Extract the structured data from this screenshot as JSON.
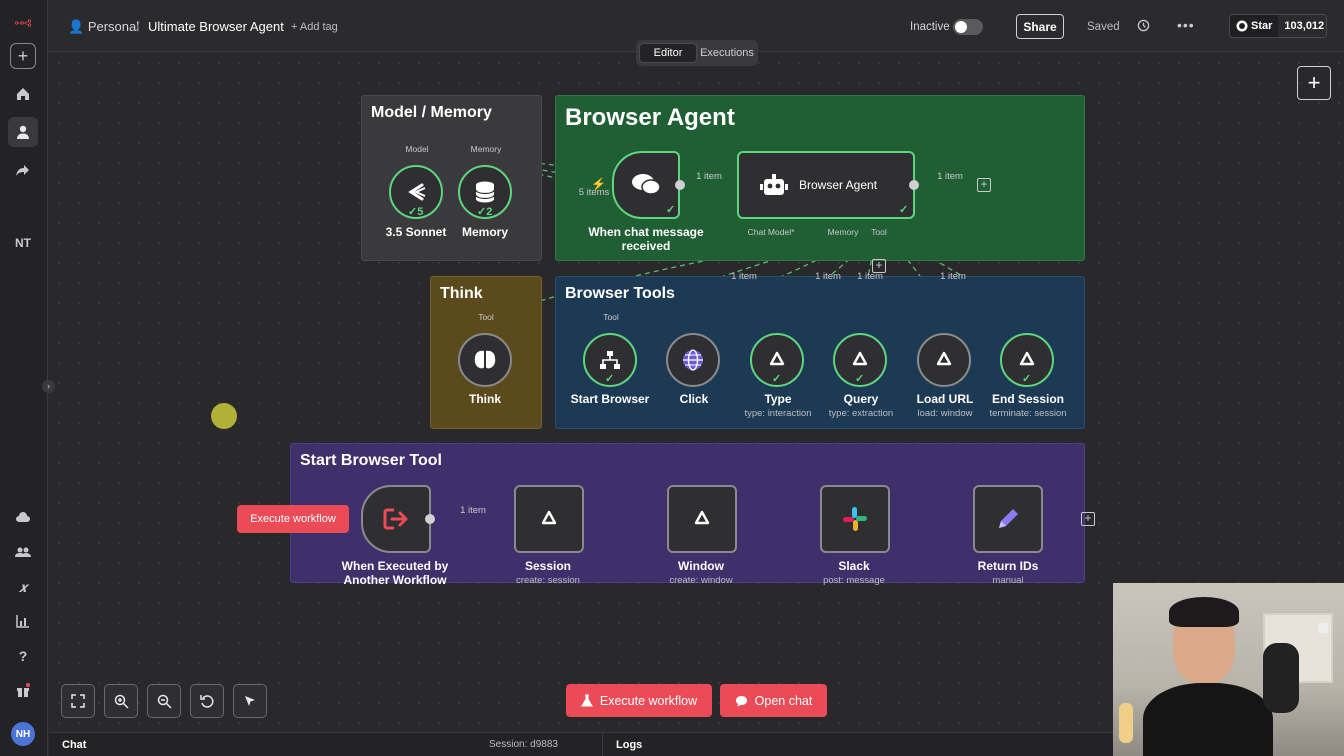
{
  "header": {
    "workspace": "Personal",
    "workflow_name": "Ultimate Browser Agent",
    "add_tag": "+ Add tag",
    "status_label": "Inactive",
    "share": "Share",
    "saved": "Saved",
    "github_star": "Star",
    "github_count": "103,012"
  },
  "tabs": {
    "editor": "Editor",
    "executions": "Executions"
  },
  "sidebar": {
    "initials_label": "NT",
    "avatar_initials": "NH"
  },
  "groups": {
    "model_memory": "Model / Memory",
    "browser_agent": "Browser Agent",
    "think": "Think",
    "browser_tools": "Browser Tools",
    "start_browser_tool": "Start Browser Tool"
  },
  "nodes": {
    "sonnet": {
      "label": "3.5 Sonnet",
      "port": "Model",
      "badge": "5"
    },
    "memory": {
      "label": "Memory",
      "port": "Memory",
      "badge": "2"
    },
    "chat_trigger": {
      "label1": "When chat message",
      "label2": "received",
      "items": "5 items"
    },
    "browser_agent": {
      "label": "Browser Agent",
      "port_chat": "Chat Model*",
      "port_memory": "Memory",
      "port_tool": "Tool"
    },
    "think": {
      "label": "Think",
      "port": "Tool"
    },
    "start_browser": {
      "label": "Start Browser",
      "port": "Tool"
    },
    "click": {
      "label": "Click"
    },
    "type": {
      "label": "Type",
      "sub": "type: interaction"
    },
    "query": {
      "label": "Query",
      "sub": "type: extraction"
    },
    "load_url": {
      "label": "Load URL",
      "sub": "load: window"
    },
    "end_session": {
      "label": "End Session",
      "sub": "terminate: session"
    },
    "exec_trigger": {
      "label1": "When Executed by",
      "label2": "Another Workflow"
    },
    "session": {
      "label": "Session",
      "sub": "create: session"
    },
    "window": {
      "label": "Window",
      "sub": "create: window"
    },
    "slack": {
      "label": "Slack",
      "sub": "post: message"
    },
    "return_ids": {
      "label": "Return IDs",
      "sub": "manual"
    }
  },
  "edges": {
    "one_item": "1 item"
  },
  "buttons": {
    "execute_workflow_small": "Execute workflow",
    "execute_workflow": "Execute workflow",
    "open_chat": "Open chat"
  },
  "bottom": {
    "chat": "Chat",
    "session": "Session: d9883",
    "logs": "Logs"
  },
  "colors": {
    "accent_red": "#ea4b57",
    "group_model": "#3a3a3c",
    "group_agent": "#1f5f33",
    "group_think": "#5a4a1c",
    "group_tools": "#1d3a55",
    "group_start": "#3f2f6a",
    "connection_green": "#5ed67f"
  },
  "icons": [
    "logo-icon",
    "plus-icon",
    "home-icon",
    "user-icon",
    "share-icon",
    "cloud-icon",
    "people-icon",
    "variables-icon",
    "chart-icon",
    "help-icon",
    "gift-icon",
    "chat-bubbles-icon",
    "robot-icon",
    "brain-icon",
    "sitemap-icon",
    "globe-icon",
    "recycle-icon",
    "exit-arrow-icon",
    "slack-icon",
    "pencil-icon",
    "fullscreen-icon",
    "zoom-in-icon",
    "zoom-out-icon",
    "undo-icon",
    "cursor-icon",
    "flask-icon",
    "history-icon",
    "more-icon",
    "github-icon"
  ]
}
